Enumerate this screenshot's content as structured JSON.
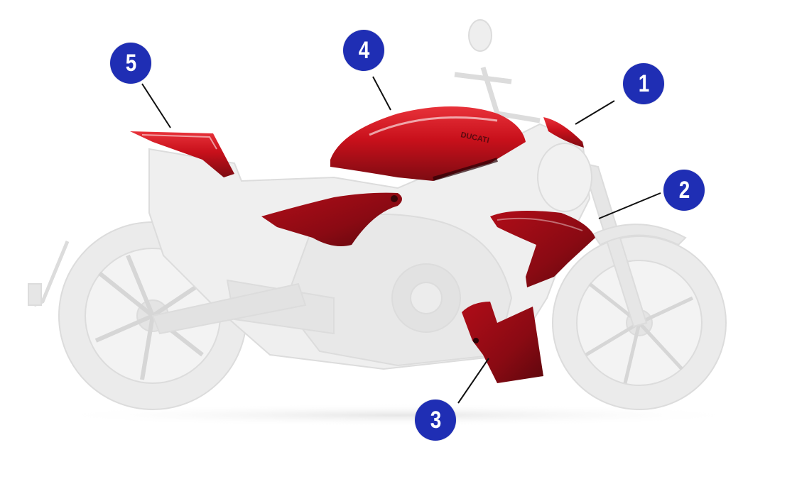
{
  "diagram": {
    "colors": {
      "marker": "#1f2eb4",
      "part_red": "#c8101b",
      "part_dark": "#7d0b12",
      "ghost": "#ebebeb",
      "ghost_line": "#d7d7d7",
      "leader_line": "#111111"
    },
    "callouts": [
      {
        "id": "1",
        "label": "1",
        "part": "headlight-fairing"
      },
      {
        "id": "2",
        "label": "2",
        "part": "radiator-side-panel"
      },
      {
        "id": "3",
        "label": "3",
        "part": "belly-pan"
      },
      {
        "id": "4",
        "label": "4",
        "part": "fuel-tank-cover"
      },
      {
        "id": "5",
        "label": "5",
        "part": "tail-section"
      }
    ],
    "tank_logo_text": "DUCATI"
  }
}
